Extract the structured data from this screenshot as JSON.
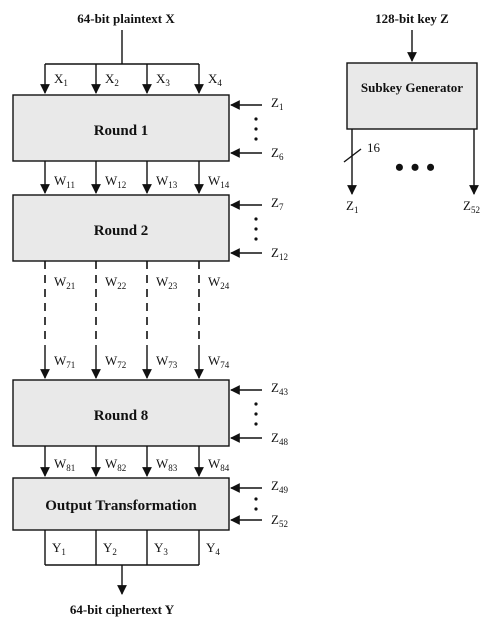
{
  "top_label": "64-bit plaintext X",
  "bottom_label": "64-bit ciphertext Y",
  "key_label": "128-bit key Z",
  "subkey_generator_label": "Subkey Generator",
  "key_bus_width": "16",
  "key_outputs": [
    {
      "base": "Z",
      "sub": "1"
    },
    {
      "base": "Z",
      "sub": "52"
    }
  ],
  "inputs": [
    {
      "base": "X",
      "sub": "1"
    },
    {
      "base": "X",
      "sub": "2"
    },
    {
      "base": "X",
      "sub": "3"
    },
    {
      "base": "X",
      "sub": "4"
    }
  ],
  "boxes": [
    {
      "label": "Round 1",
      "keys": [
        {
          "base": "Z",
          "sub": "1"
        },
        {
          "base": "Z",
          "sub": "6"
        }
      ]
    },
    {
      "label": "Round 2",
      "keys": [
        {
          "base": "Z",
          "sub": "7"
        },
        {
          "base": "Z",
          "sub": "12"
        }
      ]
    },
    {
      "label": "Round 8",
      "keys": [
        {
          "base": "Z",
          "sub": "43"
        },
        {
          "base": "Z",
          "sub": "48"
        }
      ]
    },
    {
      "label": "Output Transformation",
      "keys": [
        {
          "base": "Z",
          "sub": "49"
        },
        {
          "base": "Z",
          "sub": "52"
        }
      ]
    }
  ],
  "wires": [
    [
      {
        "base": "W",
        "sub": "11"
      },
      {
        "base": "W",
        "sub": "12"
      },
      {
        "base": "W",
        "sub": "13"
      },
      {
        "base": "W",
        "sub": "14"
      }
    ],
    [
      {
        "base": "W",
        "sub": "21"
      },
      {
        "base": "W",
        "sub": "22"
      },
      {
        "base": "W",
        "sub": "23"
      },
      {
        "base": "W",
        "sub": "24"
      }
    ],
    [
      {
        "base": "W",
        "sub": "71"
      },
      {
        "base": "W",
        "sub": "72"
      },
      {
        "base": "W",
        "sub": "73"
      },
      {
        "base": "W",
        "sub": "74"
      }
    ],
    [
      {
        "base": "W",
        "sub": "81"
      },
      {
        "base": "W",
        "sub": "82"
      },
      {
        "base": "W",
        "sub": "83"
      },
      {
        "base": "W",
        "sub": "84"
      }
    ]
  ],
  "outputs": [
    {
      "base": "Y",
      "sub": "1"
    },
    {
      "base": "Y",
      "sub": "2"
    },
    {
      "base": "Y",
      "sub": "3"
    },
    {
      "base": "Y",
      "sub": "4"
    }
  ]
}
